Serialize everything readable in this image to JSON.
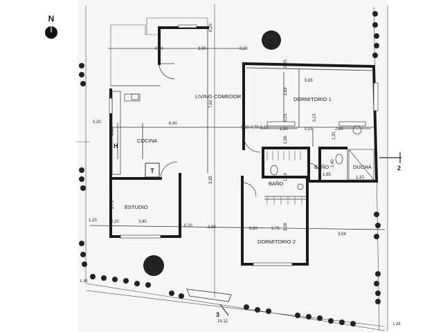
{
  "north": {
    "letter": "N"
  },
  "rooms": {
    "living_comedor": "LIVING-COMEDOR",
    "dormitorio_1": "DORMITORIO 1",
    "cocina": "COCINA",
    "estudio": "ESTUDIO",
    "bano_1": "BAÑO",
    "bano_2": "BAÑO",
    "ducha": "DUCHA",
    "dormitorio_2": "DORMITORIO 2"
  },
  "fixtures": {
    "heater": "H",
    "tank": "T"
  },
  "dims": {
    "d390": "3,90",
    "d020_a": "0,20",
    "d020_b": "0,20",
    "d020_c": "0,20",
    "d020_d": "0,20",
    "d020_e": "0,20",
    "d020_f": "0,20",
    "d020_g": "0,20",
    "d020_h": "0,20",
    "d020_i": "0,20",
    "d585": "5,85",
    "d762": "7,62",
    "d269": "2,69",
    "d640": "6,40",
    "d075": "0,75",
    "d015_a": "0,15",
    "d015_b": "0,15",
    "d015_c": "0,15",
    "d015_d": "0,15",
    "d190": "1,90",
    "d290": "2,90",
    "d440": "4,40",
    "d196": "1,96",
    "d131": "1,31",
    "d165": "1,65",
    "d140": "1,40",
    "d110": "1,10",
    "d144": "1,44",
    "d335": "3,35",
    "d275_a": "2,75",
    "d120": "1,20",
    "d340": "3,40",
    "d280": "2,80",
    "d275_b": "2,75",
    "d304": "3,04",
    "d326": "3,26",
    "d1412": "14,12"
  },
  "markers": {
    "lm_left": "L.M.",
    "lm_right": "L.M.",
    "section2": "2",
    "section3": "3"
  }
}
